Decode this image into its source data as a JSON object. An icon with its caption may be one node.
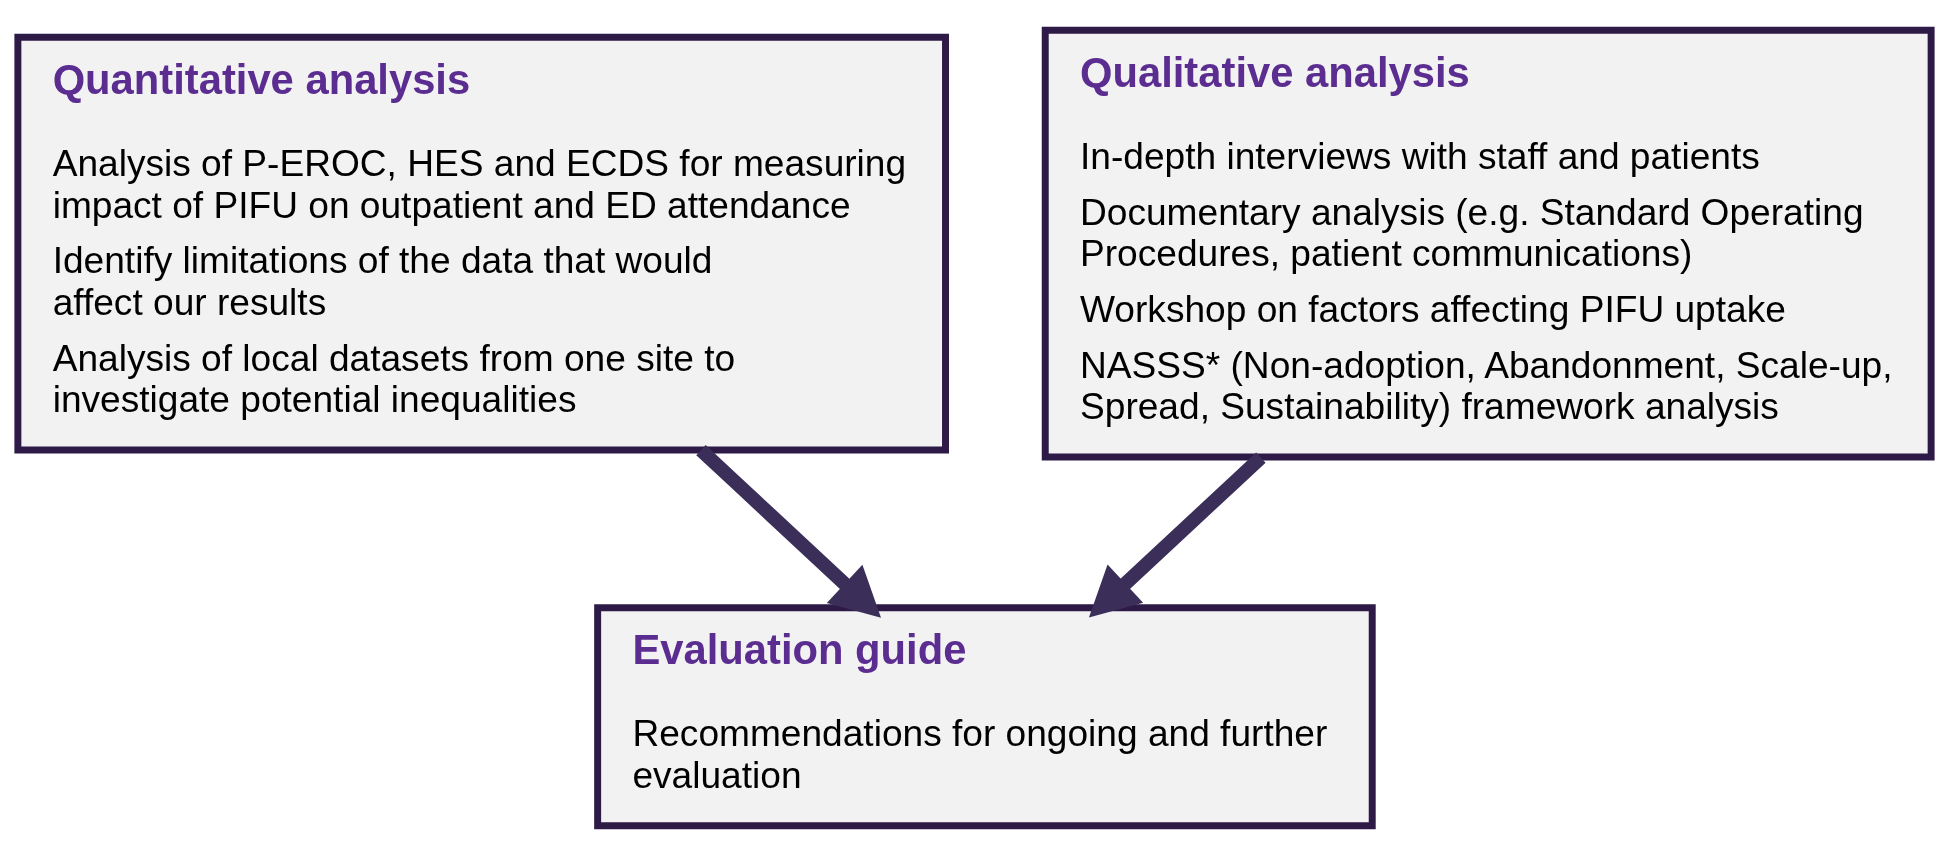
{
  "diagram": {
    "nodes": [
      {
        "text": [
          "Quantitative analysis",
          "Analysis of P-EROC, HES and ECDS for measuring impact of PIFU on outpatient and ED attendance",
          "Identify limitations of the data that would affect our results",
          "Analysis of local datasets from one site to investigate potential inequalities"
        ]
      },
      {
        "text": [
          "Qualitative analysis",
          "In-depth interviews with staff and patients",
          "Documentary analysis (e.g. Standard Operating Procedures, patient communications)",
          "Workshop on factors affecting PIFU uptake",
          "NASSS* (Non-adoption, Abandonment, Scale-up, Spread, Sustainability) framework analysis"
        ]
      },
      {
        "text": [
          "Evaluation guide",
          "Recommendations for ongoing and further evaluation"
        ]
      }
    ],
    "edges": [
      {
        "from": 0,
        "to": 2,
        "arrow": "to"
      },
      {
        "from": 1,
        "to": 2,
        "arrow": "to"
      }
    ]
  }
}
